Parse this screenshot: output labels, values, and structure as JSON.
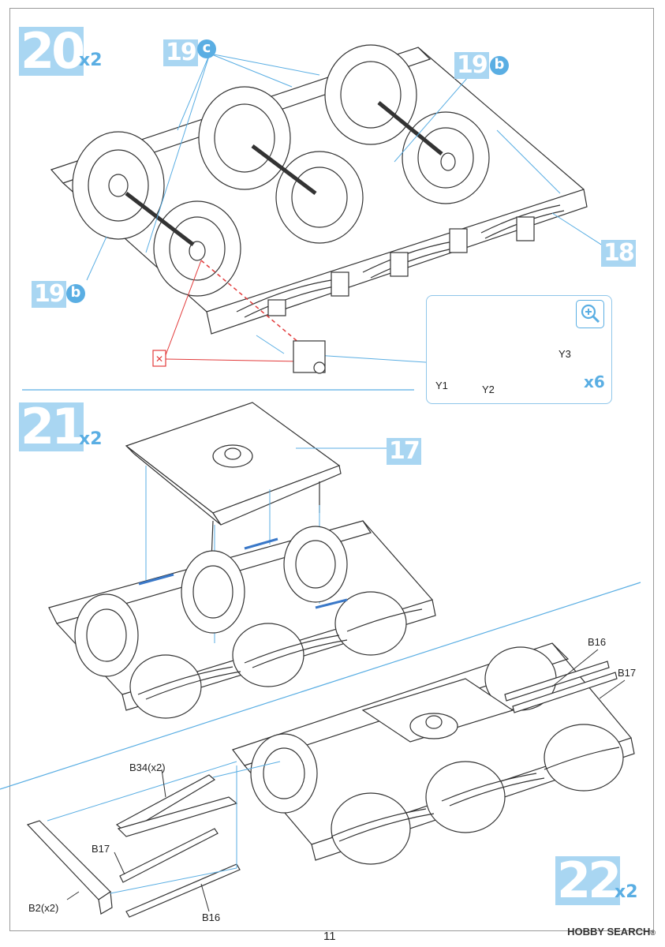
{
  "steps": [
    {
      "number": "20",
      "multiplier": "x2"
    },
    {
      "number": "21",
      "multiplier": "x2"
    },
    {
      "number": "22",
      "multiplier": "x2"
    }
  ],
  "references": {
    "ref_19c": {
      "number": "19",
      "letter": "c"
    },
    "ref_19b_top": {
      "number": "19",
      "letter": "b"
    },
    "ref_19b_left": {
      "number": "19",
      "letter": "b"
    },
    "ref_18": {
      "number": "18"
    },
    "ref_17": {
      "number": "17"
    }
  },
  "zoom_detail": {
    "parts": [
      "Y1",
      "Y2",
      "Y3"
    ],
    "multiplier": "x6"
  },
  "parts_step22": {
    "b16_top": "B16",
    "b17_top": "B17",
    "b34": "B34(x2)",
    "b17_bottom": "B17",
    "b2": "B2(x2)",
    "b16_bottom": "B16"
  },
  "page_number": "11",
  "watermark": {
    "brand": "HOBBY SEARCH",
    "mark": "®"
  },
  "colors": {
    "accent": "#5aaee3",
    "step_fill": "#a9d6f2",
    "warning": "#e23b3b",
    "line": "#333333"
  }
}
